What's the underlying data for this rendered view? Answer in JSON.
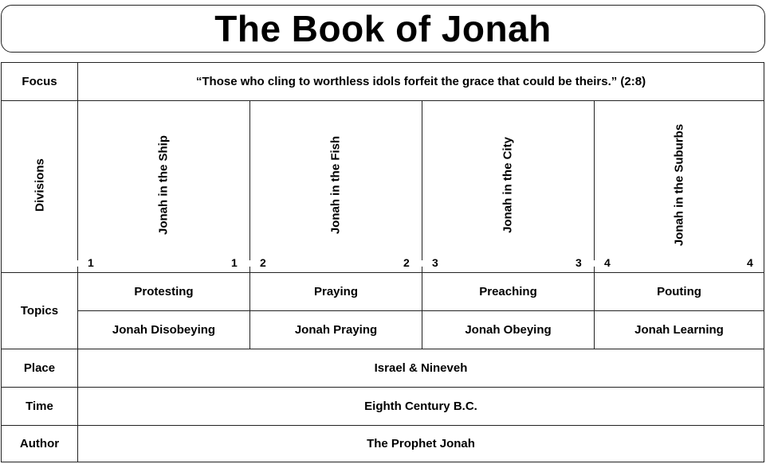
{
  "title": "The Book of Jonah",
  "rows": {
    "focus": {
      "label": "Focus",
      "value": "“Those who cling to worthless idols forfeit the grace that could be theirs.” (2:8)"
    },
    "divisions": {
      "label": "Divisions",
      "items": [
        {
          "label": "Jonah in the Ship",
          "start": "1",
          "end": "1"
        },
        {
          "label": "Jonah in the Fish",
          "start": "2",
          "end": "2"
        },
        {
          "label": "Jonah in the City",
          "start": "3",
          "end": "3"
        },
        {
          "label": "Jonah in the Suburbs",
          "start": "4",
          "end": "4"
        }
      ]
    },
    "topics": {
      "label": "Topics",
      "row1": [
        "Protesting",
        "Praying",
        "Preaching",
        "Pouting"
      ],
      "row2": [
        "Jonah Disobeying",
        "Jonah Praying",
        "Jonah Obeying",
        "Jonah Learning"
      ]
    },
    "place": {
      "label": "Place",
      "value": "Israel & Nineveh"
    },
    "time": {
      "label": "Time",
      "value": "Eighth Century B.C."
    },
    "author": {
      "label": "Author",
      "value": "The Prophet Jonah"
    }
  }
}
